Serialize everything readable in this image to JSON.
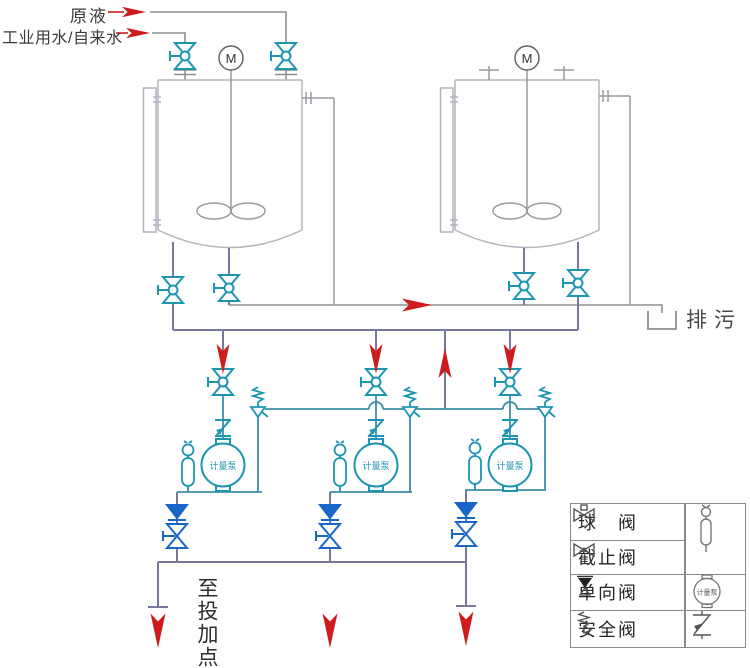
{
  "labels": {
    "feed_raw": "原液",
    "feed_water": "工业用水/自来水",
    "drain": "排污",
    "dosing_point": "至投加点",
    "motor": "M",
    "pump": "计量泵"
  },
  "legend": {
    "rows": [
      {
        "label": "球　阀"
      },
      {
        "label": "截止阀"
      },
      {
        "label": "单向阀"
      },
      {
        "label": "安全阀"
      }
    ],
    "pump_label": "计量泵"
  },
  "colors": {
    "valve_teal": "#1E95B0",
    "valve_blue": "#1A66C8",
    "pipe_purple": "#76789E",
    "pipe_gray": "#8F8F93",
    "tank_outline": "#B3B3BE",
    "flow_red": "#CE1B1B",
    "legend_line": "#666666"
  }
}
